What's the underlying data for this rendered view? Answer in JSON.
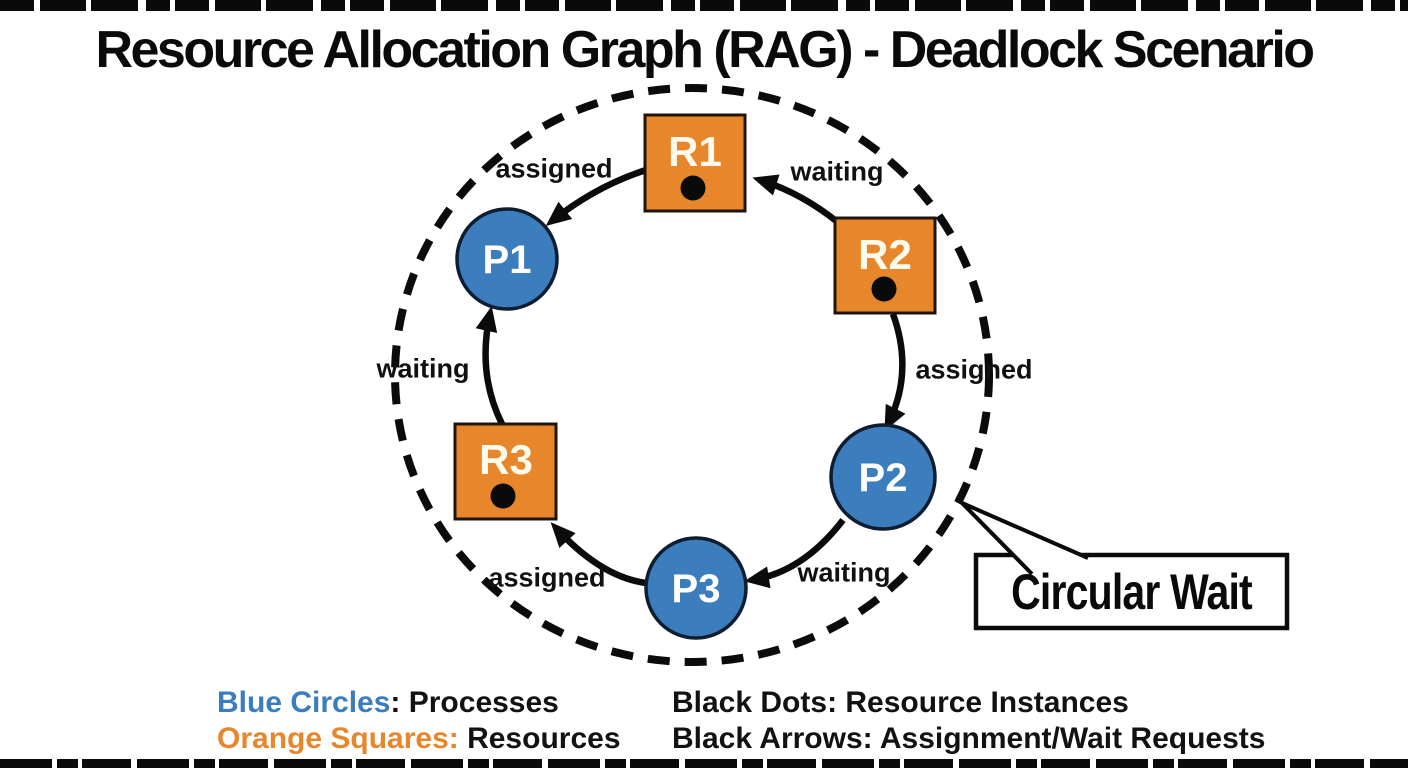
{
  "title": "Resource Allocation Graph (RAG) - Deadlock Scenario",
  "colors": {
    "process_fill": "#3b7dbd",
    "resource_fill": "#e8862c",
    "edge_color": "#0b0b0b",
    "legend_blue": "#3b7dbd",
    "legend_orange": "#e8862c",
    "background": "#ffffff"
  },
  "nodes": {
    "P1": {
      "label": "P1",
      "type": "process"
    },
    "P2": {
      "label": "P2",
      "type": "process"
    },
    "P3": {
      "label": "P3",
      "type": "process"
    },
    "R1": {
      "label": "R1",
      "type": "resource",
      "instance_dots": 1
    },
    "R2": {
      "label": "R2",
      "type": "resource",
      "instance_dots": 1
    },
    "R3": {
      "label": "R3",
      "type": "resource",
      "instance_dots": 1
    }
  },
  "edges": [
    {
      "from": "R1",
      "to": "P1",
      "label": "assigned"
    },
    {
      "from": "R2",
      "to": "R1",
      "label": "waiting"
    },
    {
      "from": "R2",
      "to": "P2",
      "label": "assigned"
    },
    {
      "from": "P2",
      "to": "P3",
      "label": "waiting"
    },
    {
      "from": "P3",
      "to": "R3",
      "label": "assigned"
    },
    {
      "from": "R3",
      "to": "P1",
      "label": "waiting"
    }
  ],
  "callout": {
    "label": "Circular Wait"
  },
  "legend": [
    {
      "term": "Blue Circles",
      "rest": ": Processes"
    },
    {
      "term": "Orange Squares:",
      "rest": " Resources"
    },
    {
      "term": "Black Dots",
      "rest": ": Resource Instances"
    },
    {
      "term": "Black Arrows",
      "rest": ": Assignment/Wait Requests"
    }
  ]
}
